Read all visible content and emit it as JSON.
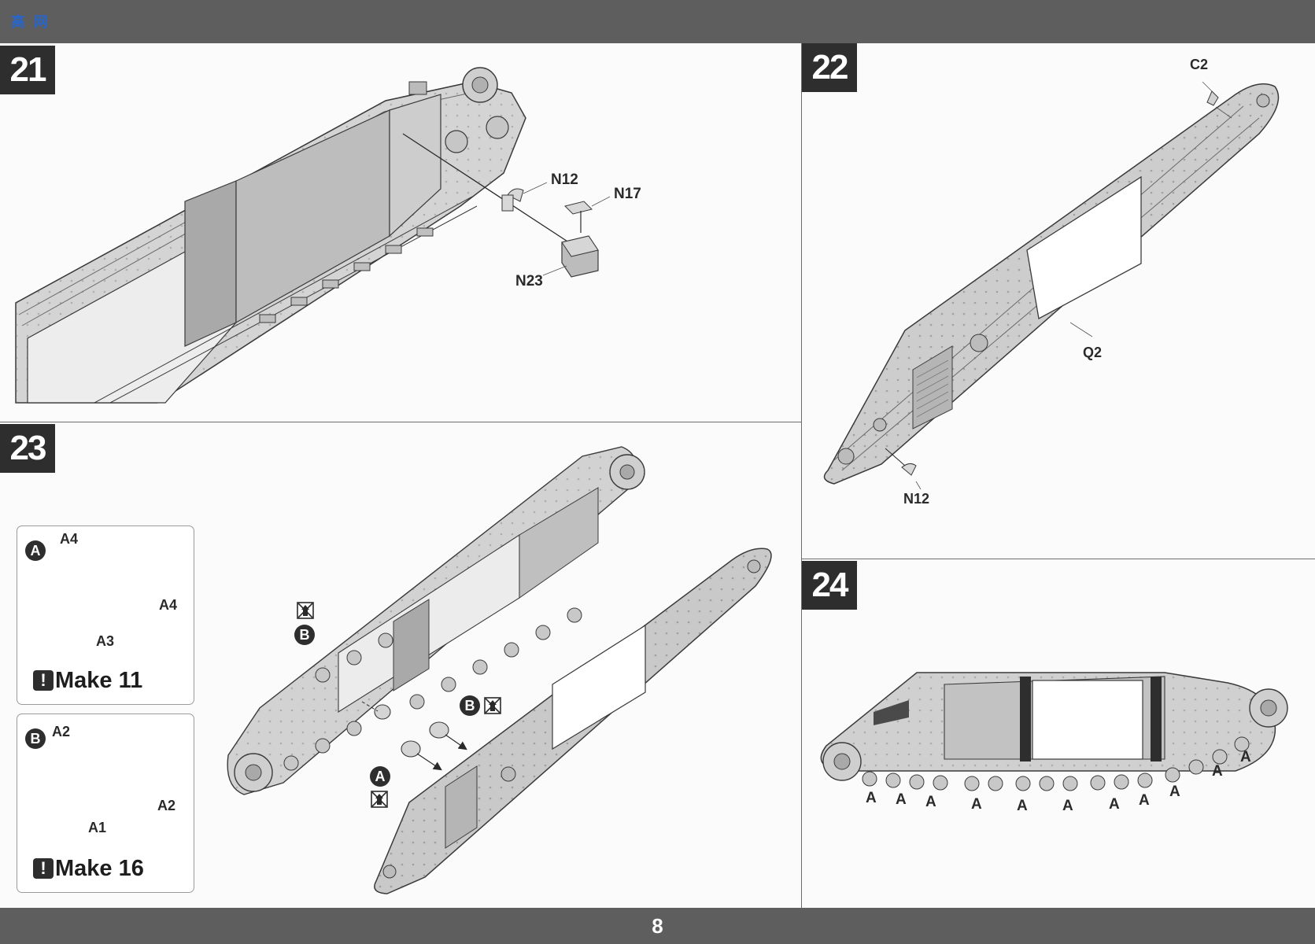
{
  "page": {
    "number": "8"
  },
  "steps": {
    "s21": {
      "number": "21",
      "callouts": {
        "n12": "N12",
        "n17": "N17",
        "n23": "N23"
      }
    },
    "s22": {
      "number": "22",
      "callouts": {
        "c2": "C2",
        "q2": "Q2",
        "n12": "N12"
      }
    },
    "s23": {
      "number": "23",
      "badges": {
        "b": "B",
        "a": "A"
      },
      "sub_a": {
        "badge": "A",
        "labels": {
          "a4_top": "A4",
          "a4_right": "A4",
          "a3": "A3"
        },
        "make": "Make 11"
      },
      "sub_b": {
        "badge": "B",
        "labels": {
          "a2_top": "A2",
          "a2_right": "A2",
          "a1": "A1"
        },
        "make": "Make 16"
      },
      "warning_glyph": "!"
    },
    "s24": {
      "number": "24",
      "wheel_label": "A"
    }
  },
  "colors": {
    "bar": "#5e5e5e",
    "badge": "#2e2e2e",
    "hull": "#c9c9c9",
    "hull_dark": "#8e8e8e",
    "line": "#3a3a3a"
  },
  "icons": [
    "no-glue-icon",
    "warning-icon",
    "arrow-icon"
  ]
}
